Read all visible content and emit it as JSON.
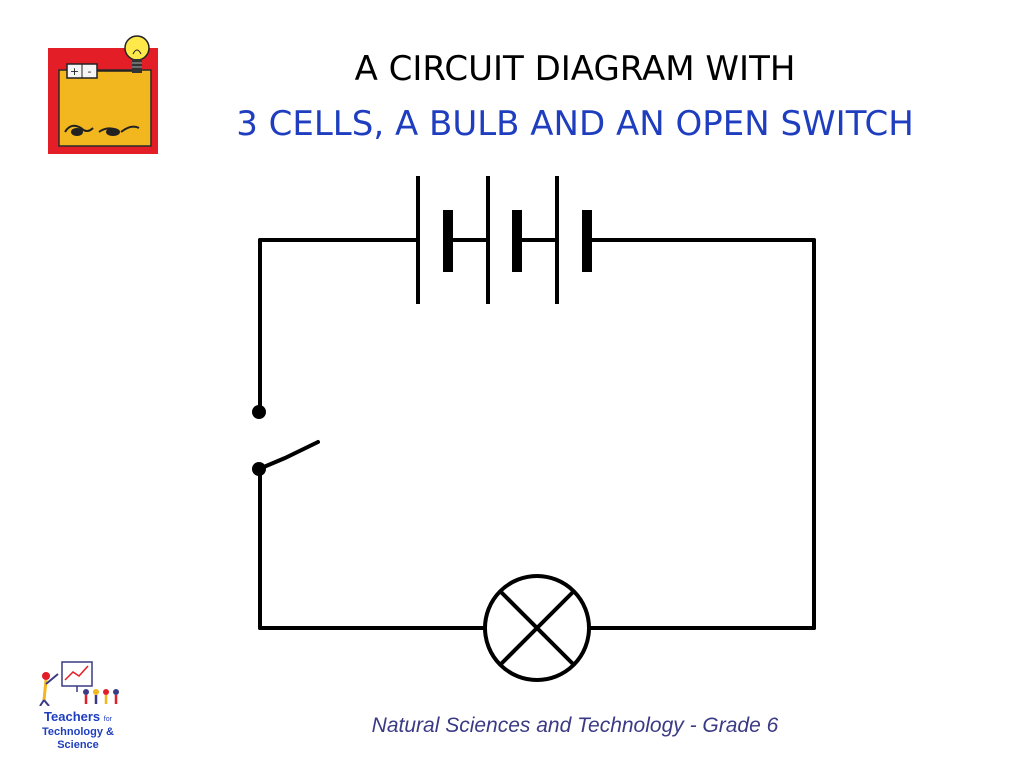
{
  "title": {
    "line1": "A CIRCUIT DIAGRAM WITH",
    "line2": "3 CELLS, A BULB AND AN OPEN SWITCH"
  },
  "colors": {
    "title_blue": "#1f3ebf",
    "footer": "#3a3a85",
    "icon_red": "#e41e26",
    "icon_yellow": "#f2b61f",
    "wire": "#000000"
  },
  "diagram": {
    "components": [
      {
        "type": "cell",
        "count": 3
      },
      {
        "type": "bulb",
        "count": 1
      },
      {
        "type": "switch",
        "state": "open"
      }
    ]
  },
  "logo": {
    "line1_main": "Teachers",
    "line1_small": "for",
    "line2": "Technology & Science"
  },
  "footer": {
    "text": "Natural Sciences and Technology - Grade 6"
  }
}
